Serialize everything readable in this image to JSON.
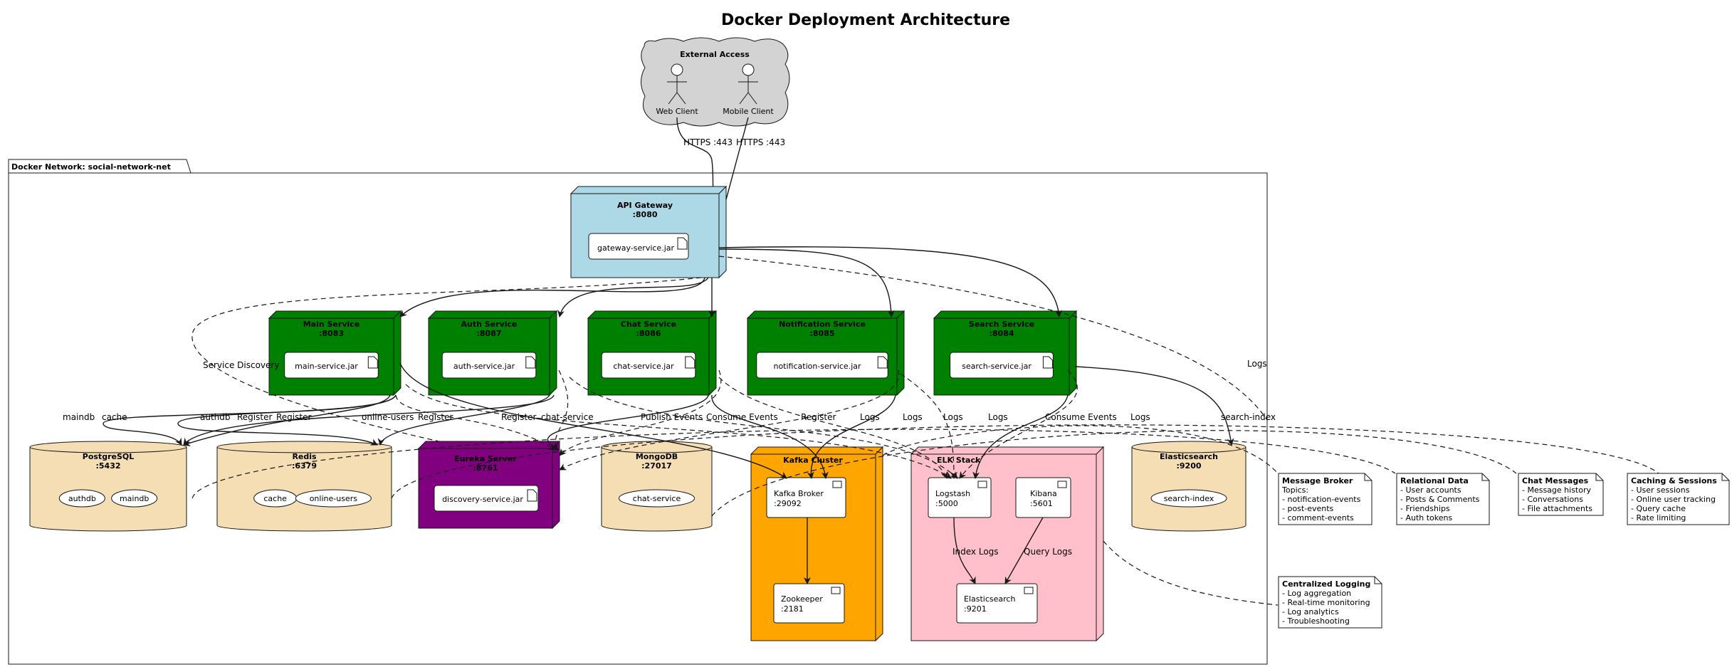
{
  "title": "Docker Deployment Architecture",
  "external": {
    "label": "External Access",
    "web_client": "Web Client",
    "mobile_client": "Mobile Client",
    "https_label": "HTTPS :443"
  },
  "network": {
    "label": "Docker Network: social-network-net"
  },
  "gateway": {
    "name": "API Gateway",
    "port": ":8080",
    "artifact": "gateway-service.jar",
    "color": "#add8e6"
  },
  "services": [
    {
      "name": "Main Service",
      "port": ":8083",
      "artifact": "main-service.jar"
    },
    {
      "name": "Auth Service",
      "port": ":8087",
      "artifact": "auth-service.jar"
    },
    {
      "name": "Chat Service",
      "port": ":8086",
      "artifact": "chat-service.jar"
    },
    {
      "name": "Notification Service",
      "port": ":8085",
      "artifact": "notification-service.jar"
    },
    {
      "name": "Search Service",
      "port": ":8084",
      "artifact": "search-service.jar"
    }
  ],
  "service_color": "#008000",
  "databases": {
    "postgres": {
      "name": "PostgreSQL",
      "port": ":5432",
      "items": [
        "authdb",
        "maindb"
      ]
    },
    "redis": {
      "name": "Redis",
      "port": ":6379",
      "items": [
        "cache",
        "online-users"
      ]
    },
    "mongo": {
      "name": "MongoDB",
      "port": ":27017",
      "items": [
        "chat-service"
      ]
    },
    "elastic": {
      "name": "Elasticsearch",
      "port": ":9200",
      "items": [
        "search-index"
      ]
    },
    "color": "#f5deb3"
  },
  "eureka": {
    "name": "Eureka Server",
    "port": ":8761",
    "artifact": "discovery-service.jar",
    "color": "#800080"
  },
  "kafka": {
    "name": "Kafka Cluster",
    "broker": "Kafka Broker",
    "broker_port": ":29092",
    "zookeeper": "Zookeeper",
    "zookeeper_port": ":2181",
    "color": "#ffa500"
  },
  "elk": {
    "name": "ELK Stack",
    "logstash": "Logstash",
    "logstash_port": ":5000",
    "kibana": "Kibana",
    "kibana_port": ":5601",
    "es": "Elasticsearch",
    "es_port": ":9201",
    "color": "#ffc0cb",
    "index_logs": "Index Logs",
    "query_logs": "Query Logs"
  },
  "edge_labels": {
    "service_discovery": "Service Discovery",
    "logs": "Logs",
    "maindb": "maindb",
    "cache": "cache",
    "authdb": "authdb",
    "register": "Register",
    "online_users": "online-users",
    "chat_service": "chat-service",
    "publish_events": "Publish Events",
    "consume_events": "Consume Events",
    "search_index": "search-index"
  },
  "notes": {
    "broker": {
      "title": "Message Broker",
      "lines": [
        "Topics:",
        "- notification-events",
        "- post-events",
        "- comment-events"
      ]
    },
    "relational": {
      "title": "Relational Data",
      "lines": [
        "- User accounts",
        "- Posts & Comments",
        "- Friendships",
        "- Auth tokens"
      ]
    },
    "chat": {
      "title": "Chat Messages",
      "lines": [
        "- Message history",
        "- Conversations",
        "- File attachments"
      ]
    },
    "caching": {
      "title": "Caching & Sessions",
      "lines": [
        "- User sessions",
        "- Online user tracking",
        "- Query cache",
        "- Rate limiting"
      ]
    },
    "logging": {
      "title": "Centralized Logging",
      "lines": [
        "- Log aggregation",
        "- Real-time monitoring",
        "- Log analytics",
        "- Troubleshooting"
      ]
    }
  }
}
